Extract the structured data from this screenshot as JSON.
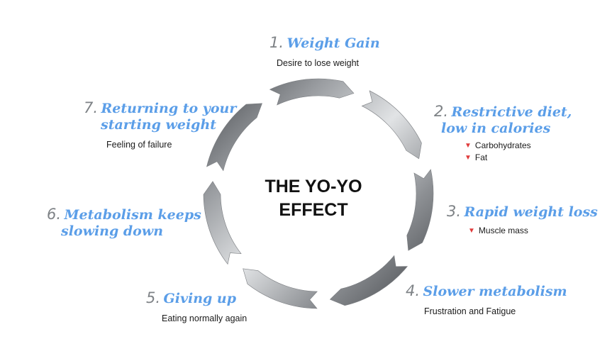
{
  "center": {
    "line1": "THE YO-YO",
    "line2": "EFFECT"
  },
  "colors": {
    "accent": "#5b9ee8",
    "number": "#7e8286",
    "down_arrow": "#e03a3a",
    "ring_dark": "#55585c",
    "ring_light": "#d6d8da"
  },
  "steps": [
    {
      "number": "1.",
      "title": "Weight Gain",
      "desc": "Desire to lose weight"
    },
    {
      "number": "2.",
      "title": "Restrictive diet,",
      "title2": "low in calories",
      "items": [
        "Carbohydrates",
        "Fat"
      ]
    },
    {
      "number": "3.",
      "title": "Rapid weight loss",
      "items": [
        "Muscle mass"
      ]
    },
    {
      "number": "4.",
      "title": "Slower metabolism",
      "desc": "Frustration and Fatigue"
    },
    {
      "number": "5.",
      "title": "Giving up",
      "desc": "Eating normally again"
    },
    {
      "number": "6.",
      "title": "Metabolism keeps",
      "title2": "slowing down"
    },
    {
      "number": "7.",
      "title": "Returning to your",
      "title2": "starting weight",
      "desc": "Feeling of failure"
    }
  ],
  "icons": {
    "down_arrow": "down-arrow-icon"
  }
}
